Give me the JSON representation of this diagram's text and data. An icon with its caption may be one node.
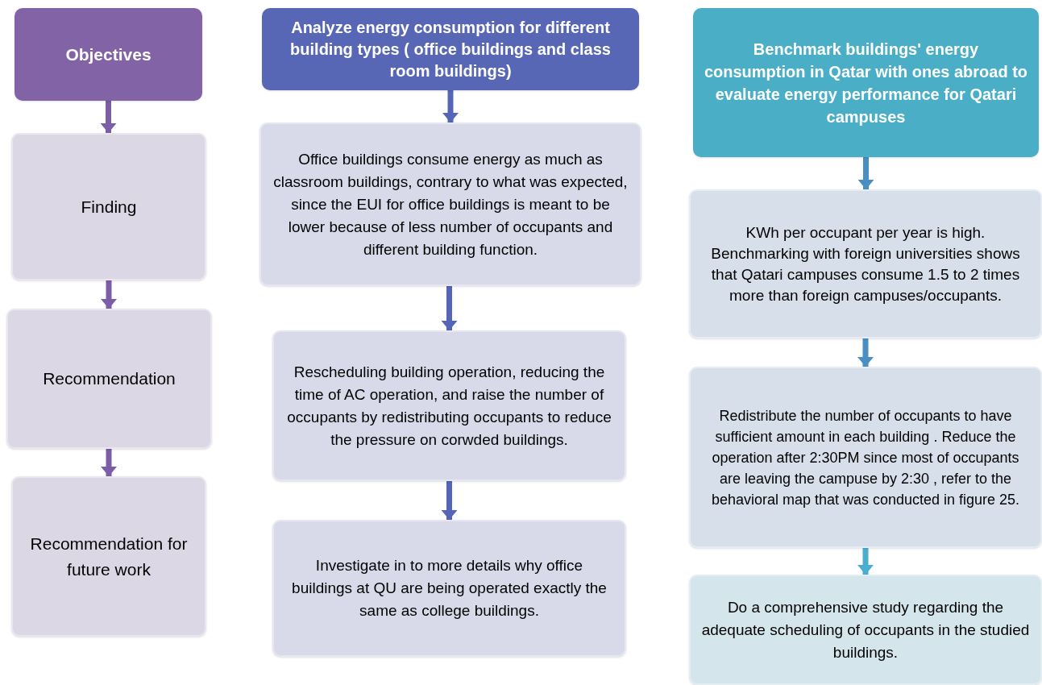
{
  "diagram": {
    "nodes": [
      {
        "text": [
          "Objectives"
        ]
      },
      {
        "text": [
          "Finding"
        ]
      },
      {
        "text": [
          "Recommendation"
        ]
      },
      {
        "text": [
          "Recommendation for future work"
        ]
      },
      {
        "text": [
          "Analyze energy consumption for different building types ( office buildings and class room buildings)"
        ]
      },
      {
        "text": [
          "Office buildings consume energy as much as classroom buildings, contrary to what was expected, since the EUI for office buildings is meant to be lower because of less number of occupants and different building function."
        ]
      },
      {
        "text": [
          "Rescheduling  building operation, reducing the time of  AC operation, and raise the number of occupants by redistributing  occupants to reduce the pressure on corwded buildings."
        ]
      },
      {
        "text": [
          "Investigate in to more details why office buildings at QU are being operated exactly the same as college buildings."
        ]
      },
      {
        "text": [
          "Benchmark buildings' energy consumption in Qatar with ones abroad to evaluate energy performance for Qatari campuses"
        ]
      },
      {
        "text": [
          "KWh per occupant per year is high. Benchmarking with foreign universities shows that Qatari campuses consume 1.5 to 2 times more than foreign campuses/occupants."
        ]
      },
      {
        "text": [
          "Redistribute the number of occupants to have sufficient amount in each building . Reduce the operation after 2:30PM since most of occupants are leaving the campuse by 2:30 , refer to the behavioral map that was conducted in figure 25."
        ]
      },
      {
        "text": [
          "Do a comprehensive study regarding the adequate scheduling  of occupants in the studied buildings."
        ]
      }
    ],
    "edges": [
      {
        "from": 0,
        "to": 1,
        "arrow": "to",
        "color": "#7b5ea7"
      },
      {
        "from": 1,
        "to": 2,
        "arrow": "to",
        "color": "#7b5ea7"
      },
      {
        "from": 2,
        "to": 3,
        "arrow": "to",
        "color": "#7b5ea7"
      },
      {
        "from": 4,
        "to": 5,
        "arrow": "to",
        "color": "#5566b8"
      },
      {
        "from": 5,
        "to": 6,
        "arrow": "to",
        "color": "#5566b8"
      },
      {
        "from": 6,
        "to": 7,
        "arrow": "to",
        "color": "#5566b8"
      },
      {
        "from": 8,
        "to": 9,
        "arrow": "to",
        "color": "#4a8fc4"
      },
      {
        "from": 9,
        "to": 10,
        "arrow": "to",
        "color": "#4a8fc4"
      },
      {
        "from": 10,
        "to": 11,
        "arrow": "to",
        "color": "#4aaed0"
      }
    ]
  }
}
